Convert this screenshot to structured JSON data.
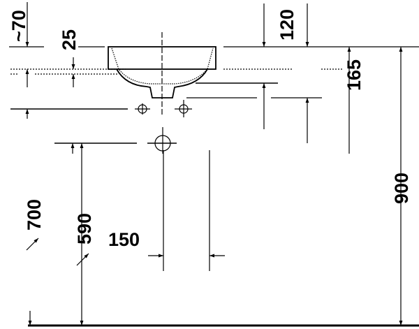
{
  "dimensions": {
    "top_offset": "~70",
    "rim_height": "25",
    "tap_top": "120",
    "drain_depth": "165",
    "total_height": "900",
    "wall_outlet_height": "700",
    "drain_height": "590",
    "outlet_spacing": "150"
  },
  "colors": {
    "line": "#000000",
    "background": "#ffffff"
  }
}
